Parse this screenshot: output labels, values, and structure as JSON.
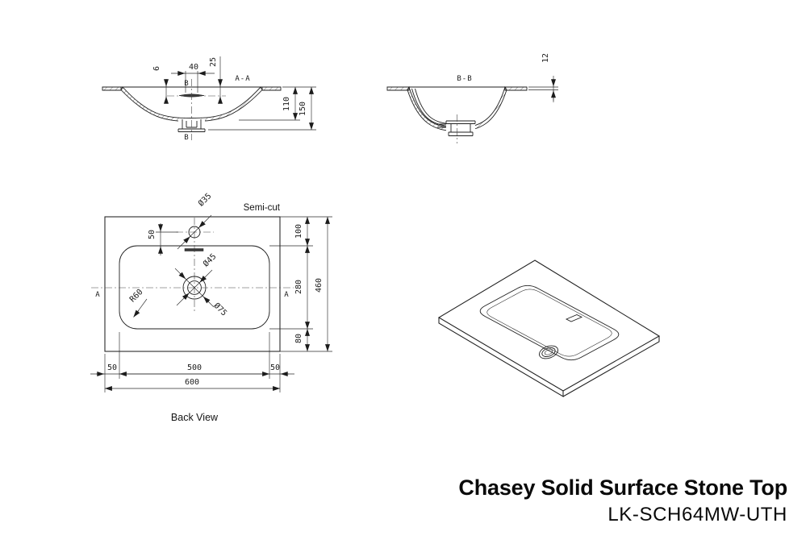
{
  "page": {
    "background": "#ffffff",
    "line_color": "#1f1f1f"
  },
  "title_block": {
    "product_name": "Chasey Solid Surface Stone Top",
    "model_code": "LK-SCH64MW-UTH"
  },
  "section_aa": {
    "label": "A-A",
    "cut_marker_top": "B",
    "cut_marker_bottom": "B",
    "dims": {
      "overflow_slot_height": "6",
      "overflow_slot_width": "40",
      "overflow_slot_depth": "25",
      "basin_depth": "110",
      "overall_depth": "150"
    }
  },
  "section_bb": {
    "label": "B-B",
    "dims": {
      "edge_thickness": "12"
    }
  },
  "back_view": {
    "label": "Back View",
    "semi_cut_note": "Semi-cut",
    "cut_marker_left": "A",
    "cut_marker_right": "A",
    "dims": {
      "faucet_hole_diameter": "Ø35",
      "faucet_to_basin_edge": "50",
      "top_edge_to_basin": "100",
      "basin_front_to_back": "280",
      "basin_to_bottom_edge": "80",
      "overall_front_to_back": "460",
      "basin_corner_radius": "R60",
      "drain_hole_diameter": "Ø45",
      "drain_recess_diameter": "Ø75",
      "left_margin": "50",
      "basin_width": "500",
      "right_margin": "50",
      "overall_width": "600"
    }
  }
}
